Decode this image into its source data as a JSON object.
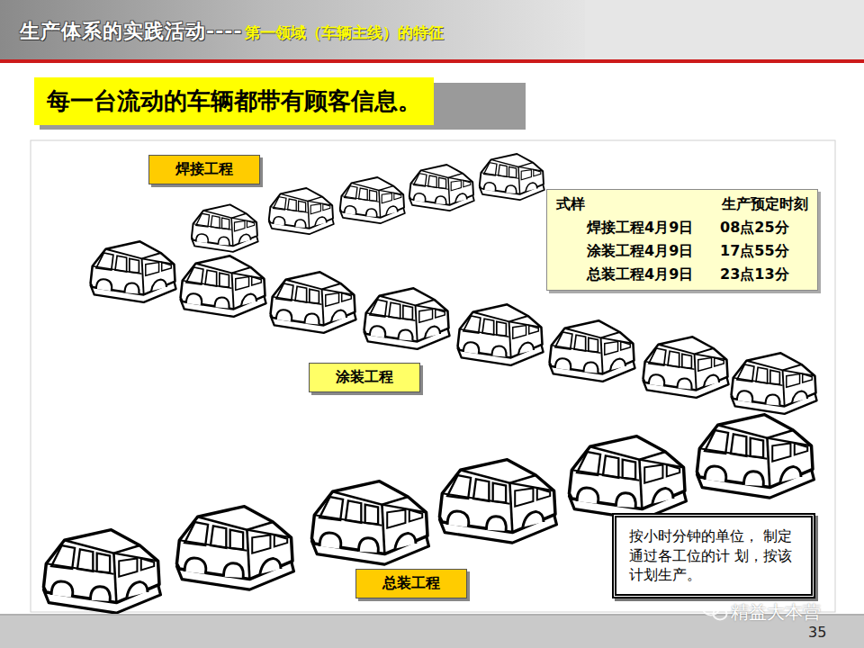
{
  "diagram": {
    "title": "生产体系的实践活动----",
    "nodes": [
      {
        "text": [
          "每一台流动的车辆都带有顾客信息。"
        ]
      },
      {
        "text": [
          "焊接工程"
        ]
      },
      {
        "text": [
          "式样",
          "生产预定时刻",
          "焊接工程",
          "4月9日",
          "08点25分",
          "涂装工程",
          "4月9日",
          "17点55分",
          "总装工程",
          "4月9日",
          "23点13分"
        ]
      },
      {
        "text": [
          "涂装工程"
        ]
      },
      {
        "text": [
          "按小时分钟的单位， 制定通过各工位的计 划，按该计划生产。"
        ]
      },
      {
        "text": [
          "总装工程"
        ]
      }
    ],
    "labels": [
      "第一领域（车辆主线）的特征",
      "精益大本营",
      "35"
    ]
  }
}
